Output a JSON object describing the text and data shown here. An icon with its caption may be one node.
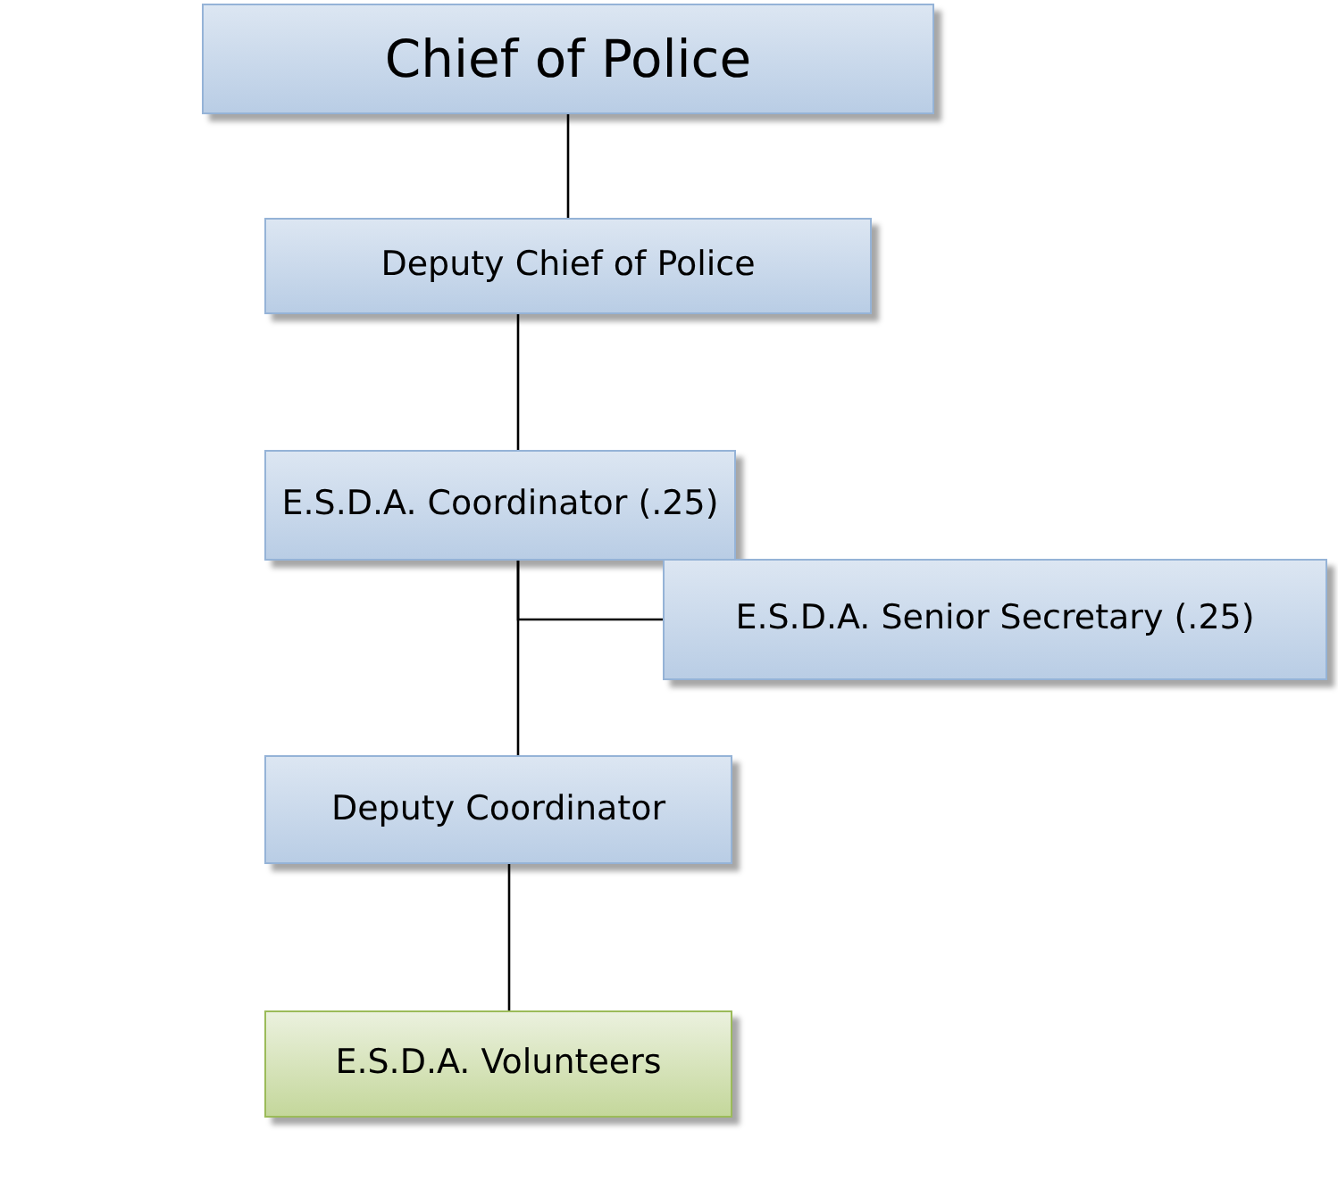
{
  "diagram": {
    "nodes": [
      {
        "text": [
          "Chief of Police"
        ]
      },
      {
        "text": [
          "Deputy Chief of Police"
        ]
      },
      {
        "text": [
          "E.S.D.A. Coordinator (.25)"
        ]
      },
      {
        "text": [
          "E.S.D.A. Senior Secretary (.25)"
        ]
      },
      {
        "text": [
          "Deputy Coordinator"
        ]
      },
      {
        "text": [
          "E.S.D.A. Volunteers"
        ]
      }
    ],
    "edges": [
      {
        "from": 0,
        "to": 1,
        "arrow": "none"
      },
      {
        "from": 1,
        "to": 2,
        "arrow": "none"
      },
      {
        "from": 2,
        "to": 3,
        "arrow": "none"
      },
      {
        "from": 2,
        "to": 4,
        "arrow": "none"
      },
      {
        "from": 4,
        "to": 5,
        "arrow": "none"
      }
    ]
  }
}
